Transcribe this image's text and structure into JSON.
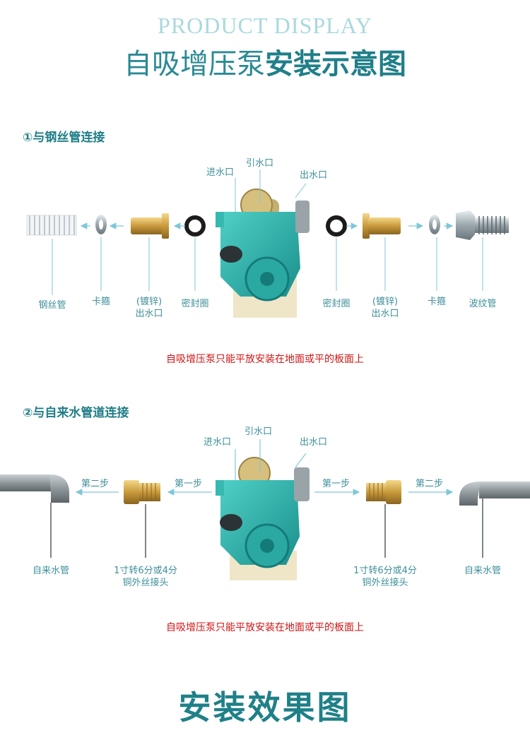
{
  "header": {
    "title_en": "PRODUCT DISPLAY",
    "title_cn_regular": "自吸增压泵",
    "title_cn_bold": "安装示意图"
  },
  "section1": {
    "heading": "①与钢丝管连接",
    "top_labels": {
      "inlet": "进水口",
      "priming": "引水口",
      "outlet": "出水口"
    },
    "bottom_labels": {
      "steel_hose": "钢丝管",
      "clamp_left": "卡箍",
      "galv_left_1": "(镀锌)",
      "galv_left_2": "出水口",
      "seal_left": "密封圈",
      "seal_right": "密封圈",
      "galv_right_1": "(镀锌)",
      "galv_right_2": "出水口",
      "clamp_right": "卡箍",
      "corrugated": "波纹管"
    },
    "note": "自吸增压泵只能平放安装在地面或平的板面上"
  },
  "section2": {
    "heading": "②与自来水管道连接",
    "top_labels": {
      "inlet": "进水口",
      "priming": "引水口",
      "outlet": "出水口"
    },
    "steps": {
      "left_2": "第二步",
      "left_1": "第一步",
      "right_1": "第一步",
      "right_2": "第二步"
    },
    "bottom_labels": {
      "tap_pipe_left": "自来水管",
      "adapter_left_1": "1寸转6分或4分",
      "adapter_left_2": "铜外丝接头",
      "adapter_right_1": "1寸转6分或4分",
      "adapter_right_2": "铜外丝接头",
      "tap_pipe_right": "自来水管"
    },
    "note": "自吸增压泵只能平放安装在地面或平的板面上"
  },
  "footer": {
    "title": "安装效果图"
  },
  "colors": {
    "accent": "#1f7f89",
    "teal_pump": "#2fb3ad",
    "brass": "#c9a04a",
    "warning": "#d01414",
    "leader": "#7fc7d8"
  }
}
